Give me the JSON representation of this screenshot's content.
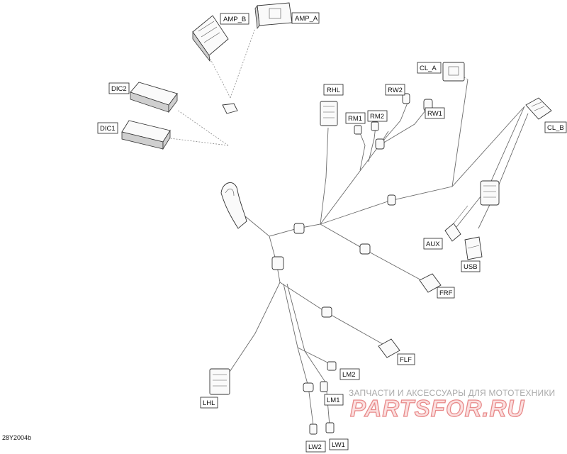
{
  "diagram": {
    "figure_id": "28Y2004b",
    "labels": {
      "amp_b": "AMP_B",
      "amp_a": "AMP_A",
      "dic2": "DIC2",
      "dic1": "DIC1",
      "rhl": "RHL",
      "rw2": "RW2",
      "rm1": "RM1",
      "rm2": "RM2",
      "rw1": "RW1",
      "cl_a": "CL_A",
      "cl_b": "CL_B",
      "aux": "AUX",
      "usb": "USB",
      "frf": "FRF",
      "flf": "FLF",
      "lm2": "LM2",
      "lm1": "LM1",
      "lhl": "LHL",
      "lw2": "LW2",
      "lw1": "LW1"
    }
  },
  "watermark": {
    "tagline": "ЗАПЧАСТИ И АКСЕССУАРЫ ДЛЯ МОТОТЕХНИКИ",
    "logo_text": "PARTSFOR.RU",
    "colors": {
      "logo_fill": "#fbe0e0",
      "logo_stroke": "#e88a8a",
      "tagline": "#aaaaaa"
    }
  }
}
